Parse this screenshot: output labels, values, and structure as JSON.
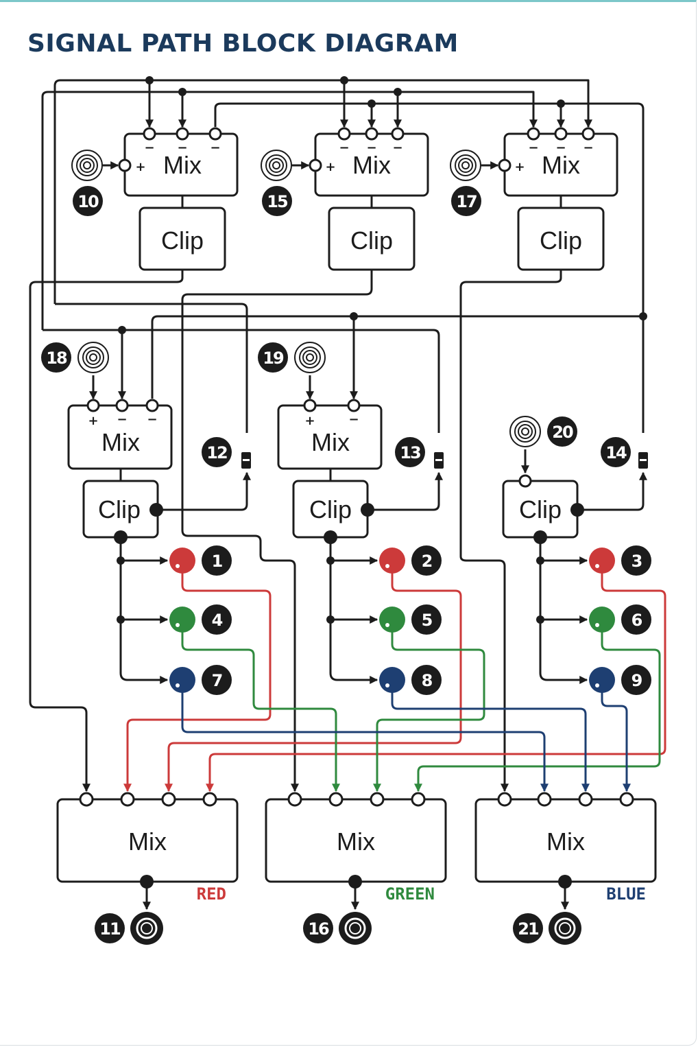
{
  "title": "SIGNAL PATH BLOCK DIAGRAM",
  "colors": {
    "title": "#1b3a5c",
    "wire": "#1c1c1c",
    "red": "#cc3a3a",
    "green": "#2f8a3e",
    "blue": "#1e3f72",
    "accent_top_border": "#7cc7c9"
  },
  "blocks": {
    "mix": "Mix",
    "clip": "Clip"
  },
  "signs": {
    "plus": "+",
    "minus": "−"
  },
  "badges": {
    "b1": "1",
    "b2": "2",
    "b3": "3",
    "b4": "4",
    "b5": "5",
    "b6": "6",
    "b7": "7",
    "b8": "8",
    "b9": "9",
    "b10": "10",
    "b11": "11",
    "b12": "12",
    "b13": "13",
    "b14": "14",
    "b15": "15",
    "b16": "16",
    "b17": "17",
    "b18": "18",
    "b19": "19",
    "b20": "20",
    "b21": "21"
  },
  "outputs": {
    "red": "RED",
    "green": "GREEN",
    "blue": "BLUE"
  },
  "icons": {
    "jack": "jack-socket-icon",
    "knob": "knob-icon",
    "switch": "switch-icon"
  }
}
